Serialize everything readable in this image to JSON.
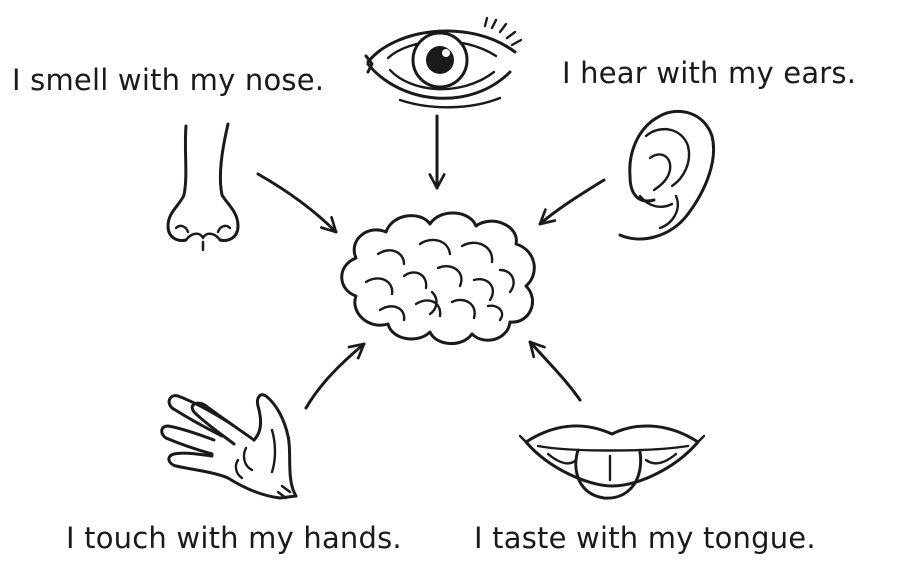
{
  "captions": {
    "smell": "I smell with my nose.",
    "hear": "I hear with my ears.",
    "touch": "I touch with my hands.",
    "taste": "I taste with my tongue."
  },
  "icons": [
    "eye-icon",
    "nose-icon",
    "ear-icon",
    "brain-icon",
    "hand-icon",
    "mouth-tongue-icon"
  ],
  "colors": {
    "ink": "#1a1a1a",
    "background": "#ffffff"
  }
}
